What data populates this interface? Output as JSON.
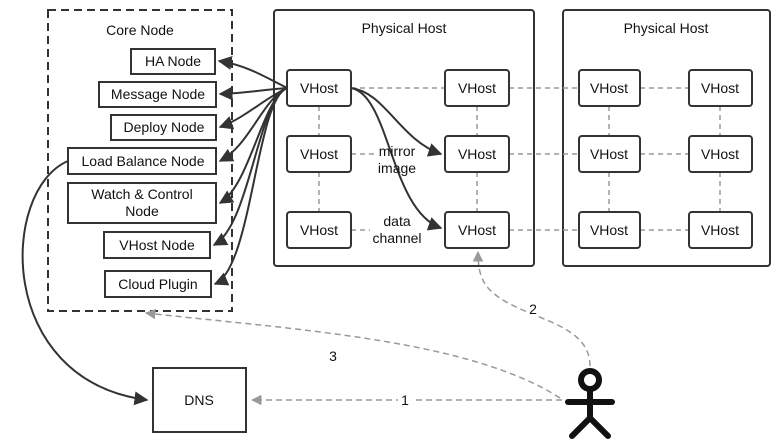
{
  "core": {
    "title": "Core Node",
    "nodes": {
      "ha": "HA Node",
      "message": "Message Node",
      "deploy": "Deploy Node",
      "load_balance": "Load Balance Node",
      "watch_line1": "Watch & Control",
      "watch_line2": "Node",
      "vhost_node": "VHost Node",
      "cloud_plugin": "Cloud Plugin"
    }
  },
  "hosts": {
    "host1_title": "Physical Host",
    "host2_title": "Physical Host",
    "vhost_label": "VHost"
  },
  "edge_labels": {
    "mirror_line1": "mirror",
    "mirror_line2": "image",
    "data_line1": "data",
    "data_line2": "channel",
    "step1": "1",
    "step2": "2",
    "step3": "3"
  },
  "dns": {
    "label": "DNS"
  },
  "colors": {
    "stroke": "#333333",
    "dashed": "#999999",
    "text": "#111111"
  }
}
